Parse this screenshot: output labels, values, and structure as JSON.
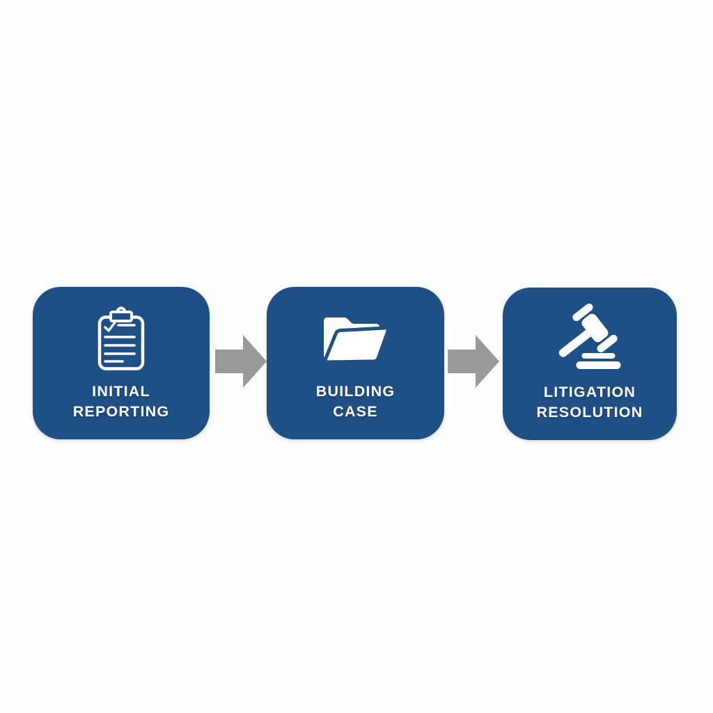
{
  "diagram": {
    "title": "three-step legal process flow",
    "background_color": "#fdfefd",
    "box_color": "#1e5086",
    "arrow_color": "#9a9a9a",
    "text_color": "#ffffff",
    "icon_color": "#ffffff"
  },
  "steps": [
    {
      "label_line1": "INITIAL",
      "label_line2": "REPORTING",
      "icon": "clipboard-checklist-icon"
    },
    {
      "label_line1": "BUILDING",
      "label_line2": "CASE",
      "icon": "open-folder-icon"
    },
    {
      "label_line1": "LITIGATION",
      "label_line2": "RESOLUTION",
      "icon": "gavel-icon"
    }
  ],
  "connectors": [
    {
      "icon": "right-block-arrow-icon"
    },
    {
      "icon": "right-block-arrow-icon"
    }
  ]
}
